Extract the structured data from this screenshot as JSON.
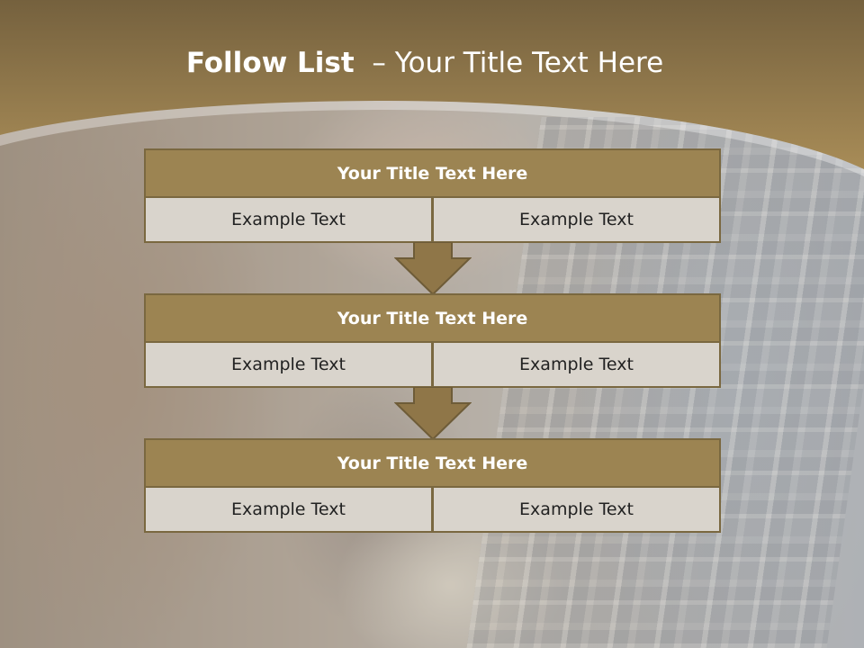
{
  "title": {
    "bold": "Follow List",
    "rest": "  – Your Title Text Here"
  },
  "colors": {
    "header_band": "#8b7245",
    "block_title_bg": "#9c8452",
    "block_border": "#7a6840",
    "cell_bg": "#d9d4cc",
    "arrow_fill": "#8f7648"
  },
  "steps": [
    {
      "title": "Your Title Text Here",
      "cells": [
        "Example Text",
        "Example Text"
      ]
    },
    {
      "title": "Your Title Text Here",
      "cells": [
        "Example Text",
        "Example Text"
      ]
    },
    {
      "title": "Your Title Text Here",
      "cells": [
        "Example Text",
        "Example Text"
      ]
    }
  ],
  "connectors": [
    "down-arrow",
    "down-arrow"
  ]
}
